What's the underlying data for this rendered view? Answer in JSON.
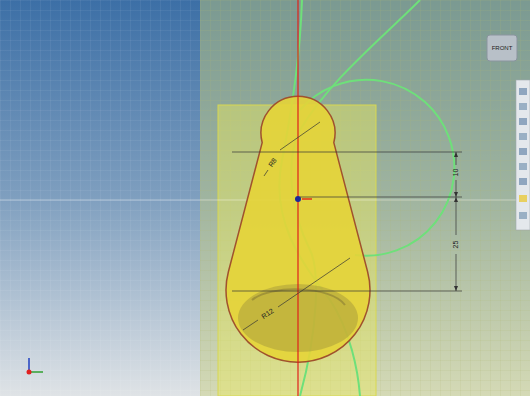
{
  "diagram": {
    "labels": [
      "10",
      "25",
      "R8",
      "R12",
      "FRONT"
    ]
  }
}
